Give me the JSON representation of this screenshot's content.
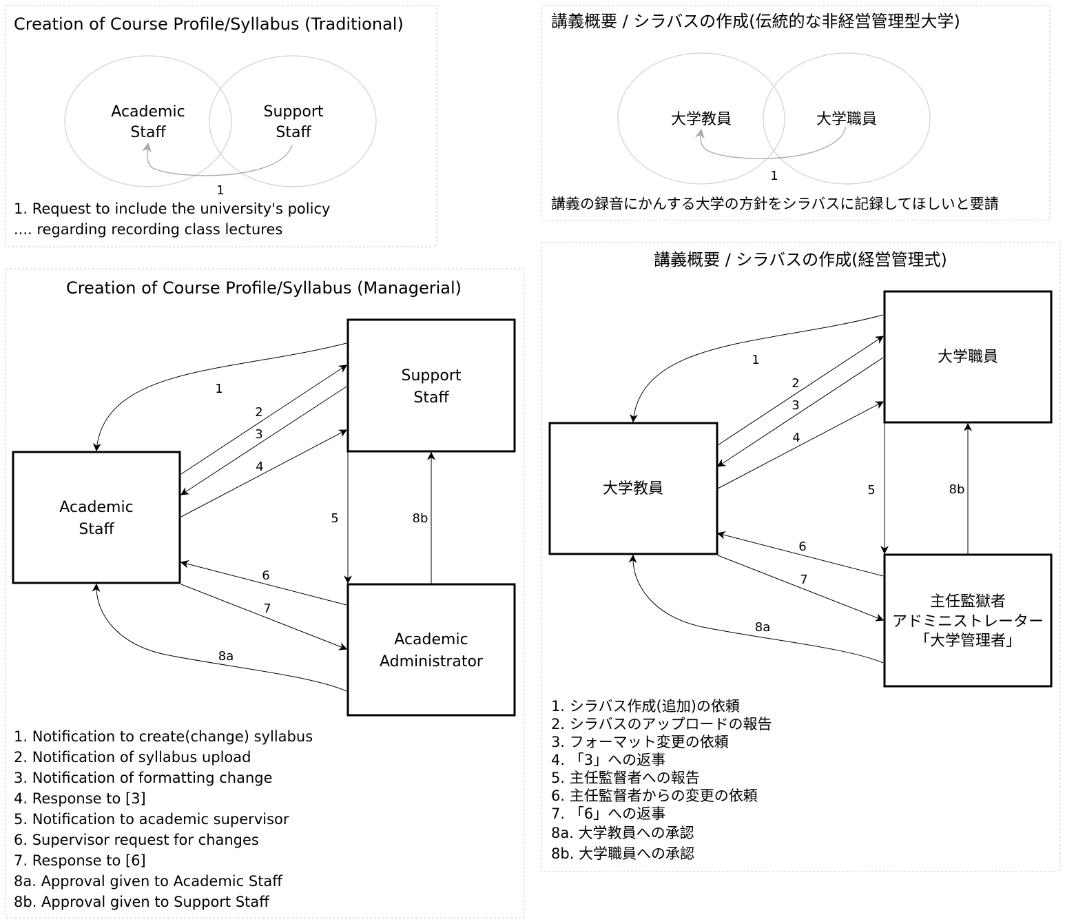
{
  "traditional_en": {
    "title": "Creation of Course Profile/Syllabus (Traditional)",
    "academic": [
      "Academic",
      "Staff"
    ],
    "support": [
      "Support",
      "Staff"
    ],
    "edge_label": "1",
    "legend": [
      "1. Request to include the university's policy",
      ".... regarding recording class lectures"
    ]
  },
  "traditional_ja": {
    "title": "講義概要 / シラバスの作成(伝統的な非経営管理型大学)",
    "academic": "大学教員",
    "support": "大学職員",
    "edge_label": "1",
    "legend": [
      "講義の録音にかんする大学の方針をシラバスに記録してほしいと要請"
    ]
  },
  "managerial_en": {
    "title": "Creation of Course Profile/Syllabus (Managerial)",
    "academic": [
      "Academic",
      "Staff"
    ],
    "support": [
      "Support",
      "Staff"
    ],
    "admin": [
      "Academic",
      "Administrator"
    ],
    "edge_labels": [
      "1",
      "2",
      "3",
      "4",
      "5",
      "6",
      "7",
      "8a",
      "8b"
    ],
    "legend": [
      "1. Notification to create(change) syllabus",
      "2. Notification of syllabus upload",
      "3. Notification of formatting change",
      "4. Response to [3]",
      "5. Notification to academic supervisor",
      "6. Supervisor request for changes",
      "7. Response to [6]",
      "8a. Approval given to Academic Staff",
      "8b. Approval given to Support Staff"
    ]
  },
  "managerial_ja": {
    "title": "講義概要 / シラバスの作成(経営管理式)",
    "academic": "大学教員",
    "support": "大学職員",
    "admin": [
      "主任監獄者",
      "アドミニストレーター",
      "「大学管理者」"
    ],
    "edge_labels": [
      "1",
      "2",
      "3",
      "4",
      "5",
      "6",
      "7",
      "8a",
      "8b"
    ],
    "legend": [
      "1. シラバス作成(追加)の依頼",
      "2. シラバスのアップロードの報告",
      "3. フォーマット変更の依頼",
      "4. 「3」への返事",
      "5. 主任監督者への報告",
      "6. 主任監督者からの変更の依頼",
      "7. 「6」への返事",
      "8a. 大学教員への承認",
      "8b. 大学職員への承認"
    ]
  }
}
